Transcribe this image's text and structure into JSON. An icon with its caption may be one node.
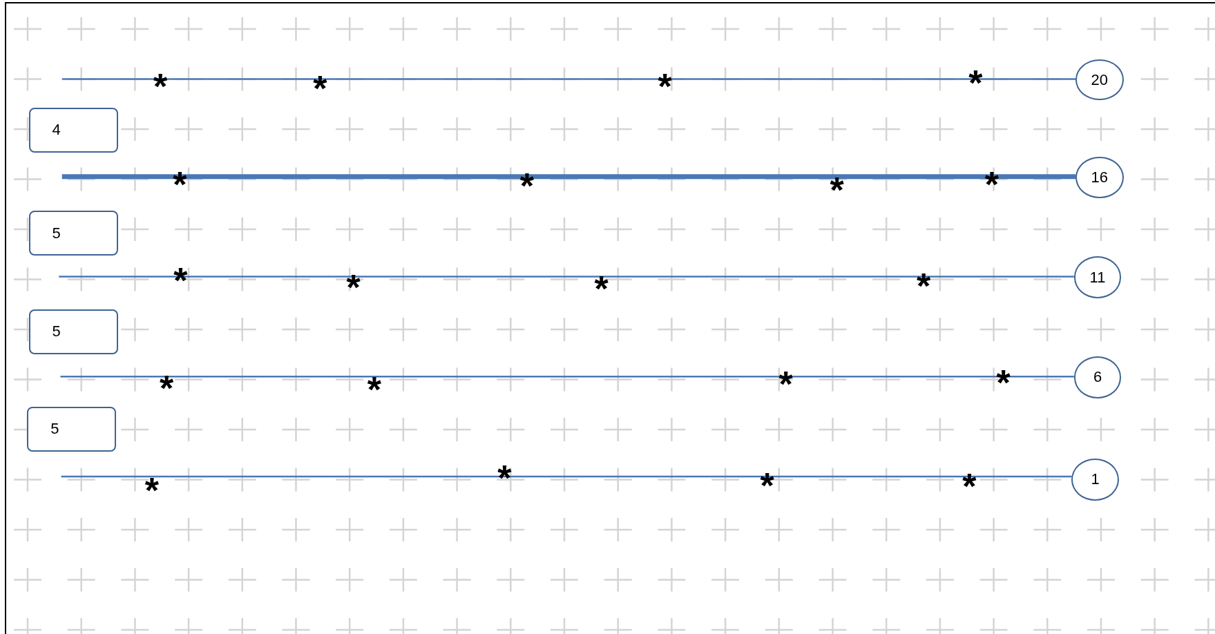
{
  "diagram": {
    "nodes": [
      {
        "text": [
          "20"
        ]
      },
      {
        "text": [
          "4"
        ]
      },
      {
        "text": [
          "16"
        ]
      },
      {
        "text": [
          "5"
        ]
      },
      {
        "text": [
          "11"
        ]
      },
      {
        "text": [
          "5"
        ]
      },
      {
        "text": [
          "6"
        ]
      },
      {
        "text": [
          "5"
        ]
      },
      {
        "text": [
          "1"
        ]
      }
    ],
    "edges": [
      {
        "from": null,
        "to": 0,
        "arrow": "none"
      },
      {
        "from": null,
        "to": 2,
        "arrow": "none",
        "style": "thick"
      },
      {
        "from": null,
        "to": 4,
        "arrow": "none"
      },
      {
        "from": null,
        "to": 6,
        "arrow": "none"
      },
      {
        "from": null,
        "to": 8,
        "arrow": "none"
      }
    ],
    "labels": [
      "*",
      "*",
      "*",
      "*",
      "*",
      "*",
      "*",
      "*",
      "*",
      "*",
      "*",
      "*",
      "*",
      "*",
      "*",
      "*",
      "*",
      "*",
      "*",
      "*"
    ]
  }
}
